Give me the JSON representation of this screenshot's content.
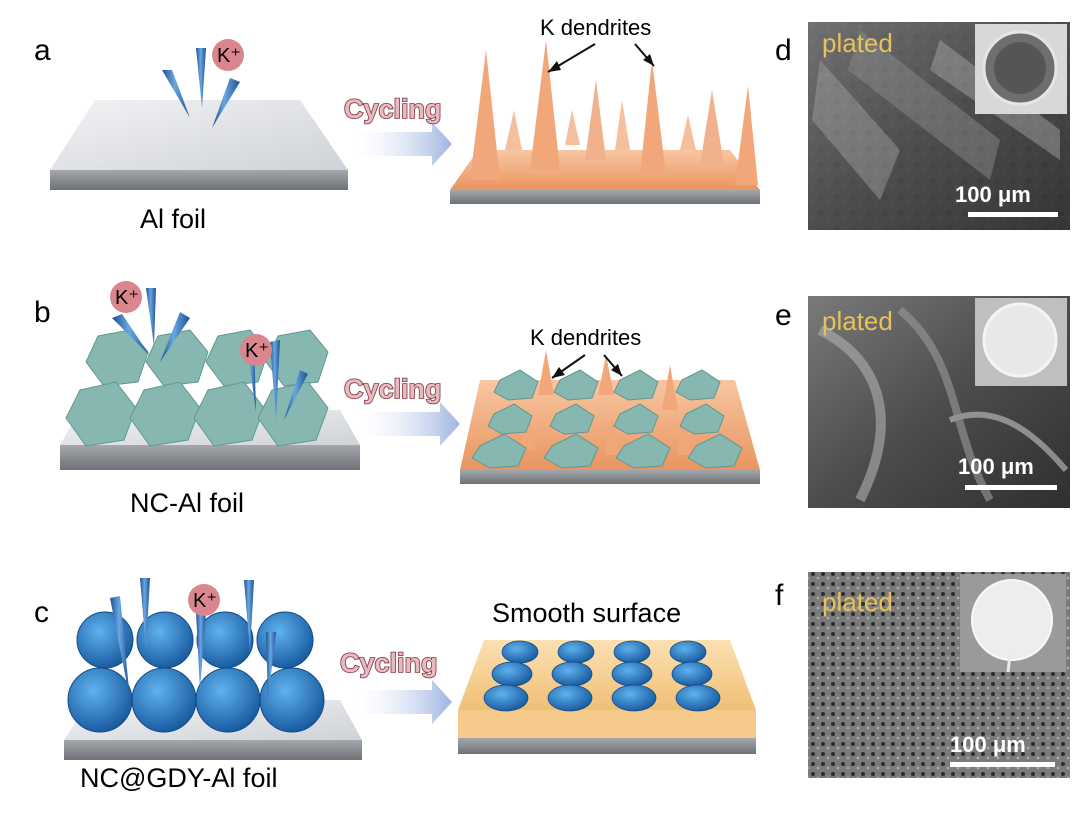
{
  "panels": {
    "a": {
      "letter": "a",
      "foil_label": "Al foil",
      "ion_label": "K⁺",
      "arrow_label": "Cycling",
      "result_label": "K dendrites"
    },
    "b": {
      "letter": "b",
      "foil_label": "NC-Al foil",
      "ion_label_1": "K⁺",
      "ion_label_2": "K⁺",
      "arrow_label": "Cycling",
      "result_label": "K dendrites"
    },
    "c": {
      "letter": "c",
      "foil_label": "NC@GDY-Al foil",
      "ion_label": "K⁺",
      "arrow_label": "Cycling",
      "result_label": "Smooth surface"
    },
    "d": {
      "letter": "d",
      "state_label": "plated",
      "scale_label": "100 μm"
    },
    "e": {
      "letter": "e",
      "state_label": "plated",
      "scale_label": "100 μm"
    },
    "f": {
      "letter": "f",
      "state_label": "plated",
      "scale_label": "100 μm"
    }
  },
  "colors": {
    "foil_top": "#e6e8ec",
    "foil_side": "#8d9197",
    "potassium": "#f4b088",
    "potassium_layer": "#f6cc8a",
    "nc_cube": "#86b7b0",
    "gdy_cluster": "#2a78bd",
    "ion_cone": "#3d7fc4",
    "ion_badge": "#d9868f",
    "cycling_arrow": "#b6c6e6",
    "plated_text": "#e6c25a"
  },
  "icons": [
    "cycling-arrow-icon",
    "ion-cone-icon",
    "scale-bar-icon"
  ]
}
